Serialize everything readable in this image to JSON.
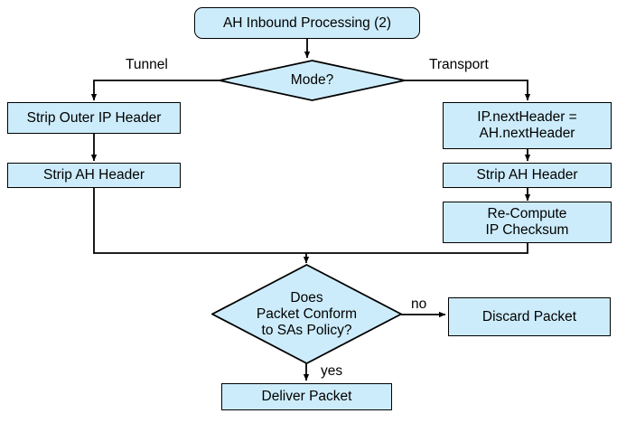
{
  "diagram": {
    "title": "AH Inbound Processing (2)",
    "colors": {
      "node_fill": "#cdecfb",
      "node_stroke": "#000000",
      "background": "#ffffff",
      "text": "#000000"
    },
    "nodes": {
      "start": {
        "label": "AH Inbound Processing (2)",
        "shape": "rounded-rect"
      },
      "mode_decision": {
        "label": "Mode?",
        "shape": "diamond"
      },
      "strip_outer_ip_header": {
        "label": "Strip Outer IP Header",
        "shape": "rect"
      },
      "strip_ah_header_tunnel": {
        "label": "Strip AH Header",
        "shape": "rect"
      },
      "ip_nextheader_assign": {
        "label": "IP.nextHeader =\nAH.nextHeader",
        "shape": "rect"
      },
      "strip_ah_header_transport": {
        "label": "Strip AH Header",
        "shape": "rect"
      },
      "recompute_ip_checksum": {
        "label": "Re-Compute\nIP Checksum",
        "shape": "rect"
      },
      "policy_decision": {
        "label": "Does\nPacket Conform\nto SAs Policy?",
        "shape": "diamond"
      },
      "discard_packet": {
        "label": "Discard Packet",
        "shape": "rect"
      },
      "deliver_packet": {
        "label": "Deliver Packet",
        "shape": "rect"
      }
    },
    "edge_labels": {
      "tunnel": "Tunnel",
      "transport": "Transport",
      "no": "no",
      "yes": "yes"
    }
  }
}
